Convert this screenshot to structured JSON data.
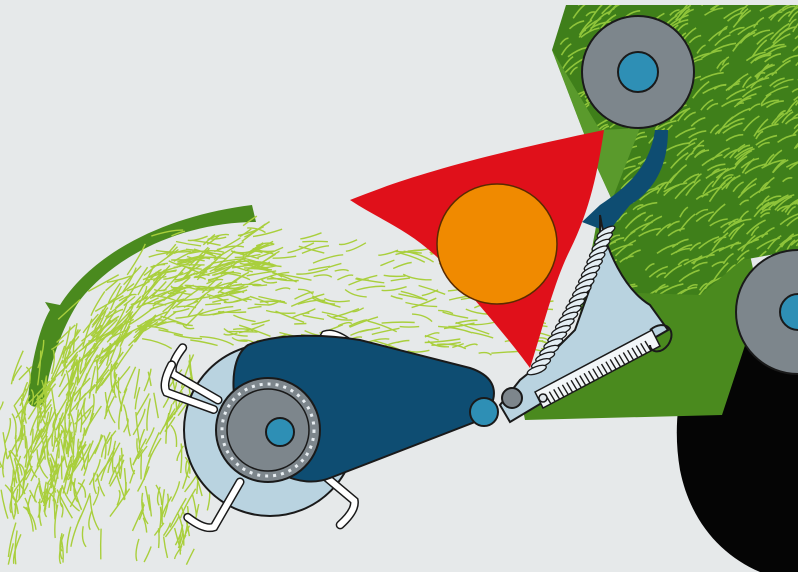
{
  "diagram": {
    "kind": "baler pickup mechanism cross-section",
    "colors": {
      "background": "#e6e9ea",
      "grass_light": "#a9cf3c",
      "grass_dark_green": "#4a8a1e",
      "chamber_green": "#3f7f1a",
      "bale_grass": "#8fc43a",
      "rotor_blue": "#0e4d72",
      "hub_blue": "#2e8fb5",
      "light_steel": "#b9d3e0",
      "gray_roller": "#7d868c",
      "red_rotor": "#e0101a",
      "orange_hub": "#f08a00",
      "tire_black": "#050505"
    },
    "parts": [
      {
        "id": "bale-chamber",
        "name": "bale-chamber"
      },
      {
        "id": "top-roller",
        "name": "top-roller"
      },
      {
        "id": "cutting-rotor",
        "name": "cutting-rotor"
      },
      {
        "id": "pickup-reel",
        "name": "pickup-reel"
      },
      {
        "id": "crop-guide",
        "name": "crop-guide"
      },
      {
        "id": "spring-assembly",
        "name": "spring-assembly"
      },
      {
        "id": "wheel",
        "name": "wheel"
      }
    ]
  }
}
